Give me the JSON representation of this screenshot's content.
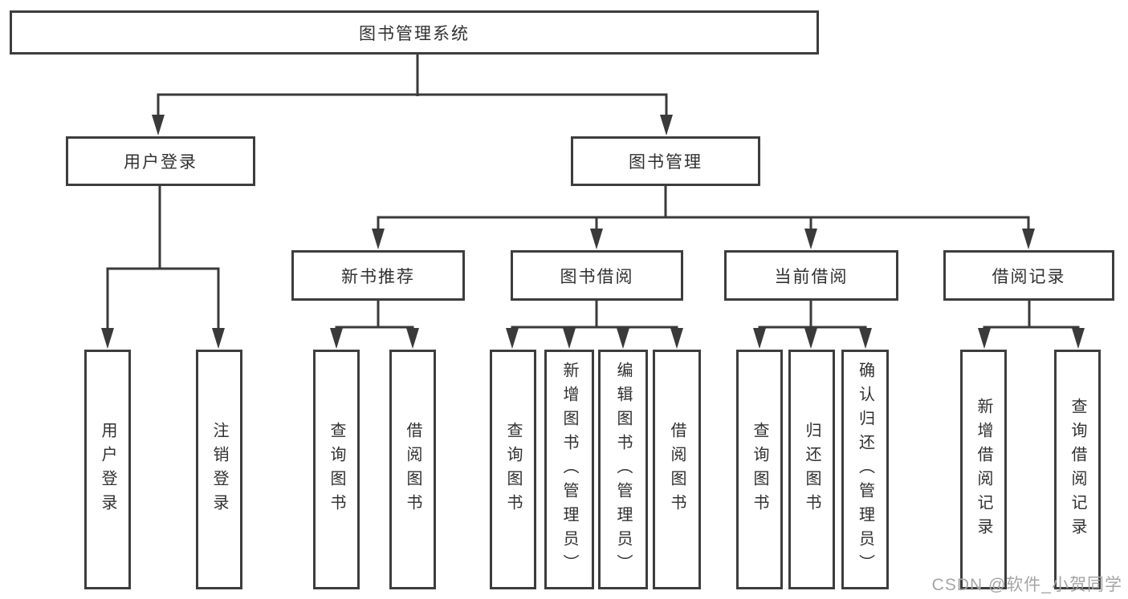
{
  "diagram": {
    "root": {
      "label": "图书管理系统"
    },
    "branches": [
      {
        "label": "用户登录"
      },
      {
        "label": "图书管理"
      }
    ],
    "modules": [
      {
        "label": "新书推荐"
      },
      {
        "label": "图书借阅"
      },
      {
        "label": "当前借阅"
      },
      {
        "label": "借阅记录"
      }
    ],
    "leaves": [
      {
        "label": "用户登录"
      },
      {
        "label": "注销登录"
      },
      {
        "label": "查询图书"
      },
      {
        "label": "借阅图书"
      },
      {
        "label": "查询图书"
      },
      {
        "label": "新增图书（管理员）"
      },
      {
        "label": "编辑图书（管理员）"
      },
      {
        "label": "借阅图书"
      },
      {
        "label": "查询图书"
      },
      {
        "label": "归还图书"
      },
      {
        "label": "确认归还（管理员）"
      },
      {
        "label": "新增借阅记录"
      },
      {
        "label": "查询借阅记录"
      }
    ]
  },
  "watermark": {
    "text": "CSDN @软件_小贺同学"
  },
  "colors": {
    "line": "#3a3a3a",
    "box_border": "#3d3d3d",
    "text": "#303030",
    "watermark": "#a5a5a5",
    "background": "#ffffff"
  }
}
